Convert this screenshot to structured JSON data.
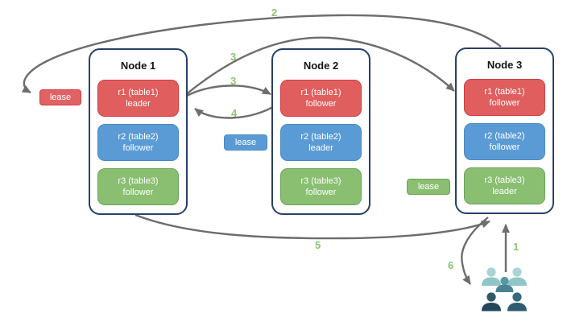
{
  "diagram": {
    "nodes": [
      {
        "title": "Node 1",
        "replicas": [
          {
            "label": "r1 (table1)",
            "role": "leader",
            "color": "#e05e5e"
          },
          {
            "label": "r2 (table2)",
            "role": "follower",
            "color": "#5b9bd5"
          },
          {
            "label": "r3 (table3)",
            "role": "follower",
            "color": "#8abf72"
          }
        ]
      },
      {
        "title": "Node 2",
        "replicas": [
          {
            "label": "r1 (table1)",
            "role": "follower",
            "color": "#e05e5e"
          },
          {
            "label": "r2 (table2)",
            "role": "leader",
            "color": "#5b9bd5"
          },
          {
            "label": "r3 (table3)",
            "role": "follower",
            "color": "#8abf72"
          }
        ]
      },
      {
        "title": "Node 3",
        "replicas": [
          {
            "label": "r1 (table1)",
            "role": "follower",
            "color": "#e05e5e"
          },
          {
            "label": "r2 (table2)",
            "role": "follower",
            "color": "#5b9bd5"
          },
          {
            "label": "r3 (table3)",
            "role": "leader",
            "color": "#8abf72"
          }
        ]
      }
    ],
    "leases": [
      {
        "label": "lease",
        "color": "#e06263"
      },
      {
        "label": "lease",
        "color": "#5b9bd5"
      },
      {
        "label": "lease",
        "color": "#8abf72"
      }
    ],
    "steps": {
      "s1": "1",
      "s2": "2",
      "s3a": "3",
      "s3b": "3",
      "s4": "4",
      "s5": "5",
      "s6": "6"
    },
    "colors": {
      "node_border": "#27406b",
      "replica_red": "#e05e5e",
      "replica_blue": "#5b9bd5",
      "replica_green": "#8abf72",
      "arrow_gray": "#6d6d6d",
      "step_green": "#8cc474",
      "users_light_teal": "#8fc6c7",
      "users_medium_teal": "#519aa5",
      "users_dark_slate": "#24485a"
    }
  }
}
